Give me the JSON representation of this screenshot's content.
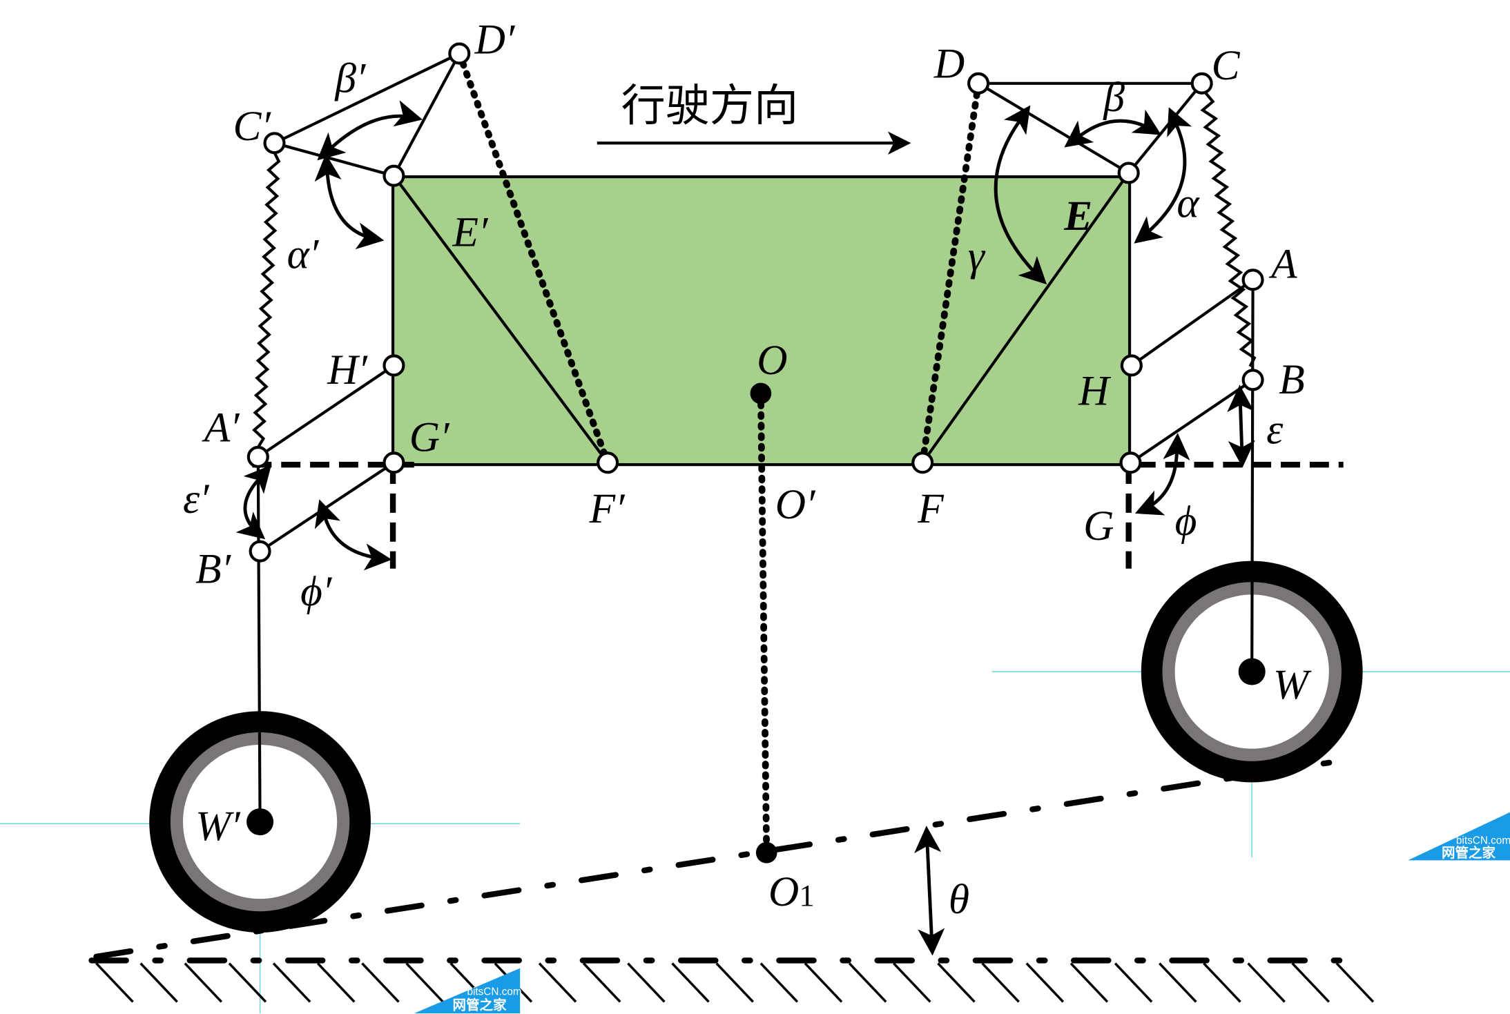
{
  "title": "行驶方向",
  "labels": {
    "D_prime": "D′",
    "C_prime": "C′",
    "beta_prime": "β′",
    "alpha_prime": "α′",
    "E_prime": "E′",
    "H_prime": "H′",
    "A_prime": "A′",
    "G_prime": "G′",
    "epsilon_prime": "ε′",
    "B_prime": "B′",
    "phi_prime": "ϕ′",
    "F_prime": "F′",
    "O": "O",
    "O_prime": "O′",
    "O1": "O",
    "O1_sub": "1",
    "D": "D",
    "C": "C",
    "beta": "β",
    "alpha": "α",
    "gamma": "γ",
    "E": "E",
    "A": "A",
    "H": "H",
    "B": "B",
    "epsilon": "ε",
    "F": "F",
    "G": "G",
    "phi": "ϕ",
    "W": "W",
    "W_prime": "W′",
    "theta": "θ"
  },
  "watermark": {
    "line1": "bitsCN.com",
    "line2": "网管之家"
  },
  "colors": {
    "body": "#a8d08d",
    "watermark": "#1a9be6",
    "guide": "#5fd3e0"
  }
}
